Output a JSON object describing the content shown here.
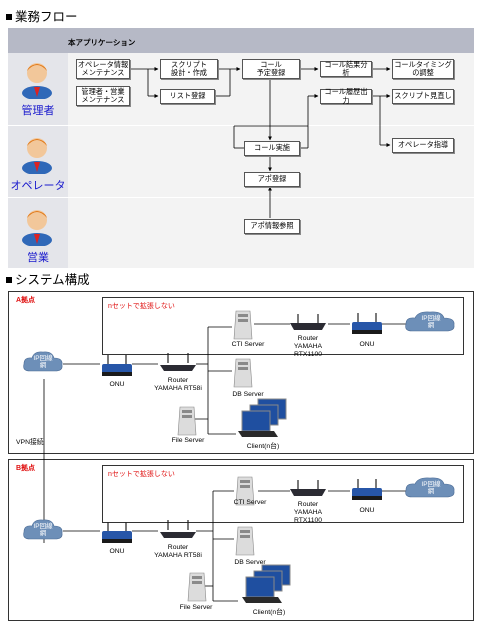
{
  "flow_section": {
    "title": "業務フロー"
  },
  "app_header": "本アプリケーション",
  "roles": [
    {
      "label": "管理者"
    },
    {
      "label": "オペレータ"
    },
    {
      "label": "営業"
    }
  ],
  "flow_boxes": {
    "operator_mgmt": "オペレータ情報\nメンテナンス",
    "script_design": "スクリプト\n設計・作成",
    "call_schedule": "コール\n予定登録",
    "call_result": "コール結果分析",
    "call_timing": "コールタイミング\nの調整",
    "admin_sales_mgmt": "管理者・営業\nメンテナンス",
    "list_register": "リスト登録",
    "call_history": "コール履歴出力",
    "script_review": "スクリプト見直し",
    "operator_guide": "オペレータ指導",
    "call_exec": "コール実施",
    "appo_register": "アポ登録",
    "appo_view": "アポ情報参照"
  },
  "system_section": {
    "title": "システム構成"
  },
  "sites": [
    {
      "label": "A拠点",
      "note": "nセットで拡張しない",
      "ip_cloud_left": "IP回線\n網",
      "ip_cloud_right": "IP回線\n網",
      "onu_left": "ONU",
      "router_main": "Router\nYAMAHA RT58i",
      "cti_server": "CTI Server",
      "router_rtx": "Router\nYAMAHA\nRTX1100",
      "onu_right": "ONU",
      "db_server": "DB Server",
      "file_server": "File Server",
      "client": "Client(n台)"
    },
    {
      "label": "B拠点",
      "note": "nセットで拡張しない",
      "ip_cloud_left": "IP回線\n網",
      "ip_cloud_right": "IP回線\n網",
      "onu_left": "ONU",
      "router_main": "Router\nYAMAHA RT58i",
      "cti_server": "CTI Server",
      "router_rtx": "Router\nYAMAHA\nRTX1100",
      "onu_right": "ONU",
      "db_server": "DB Server",
      "file_server": "File Server",
      "client": "Client(n台)"
    }
  ],
  "vpn_label": "VPN接続",
  "colors": {
    "role_text": "#1a1acd",
    "site_label": "#e01010",
    "cloud": "#6d8fb8",
    "header_band": "#b6b9c6"
  }
}
